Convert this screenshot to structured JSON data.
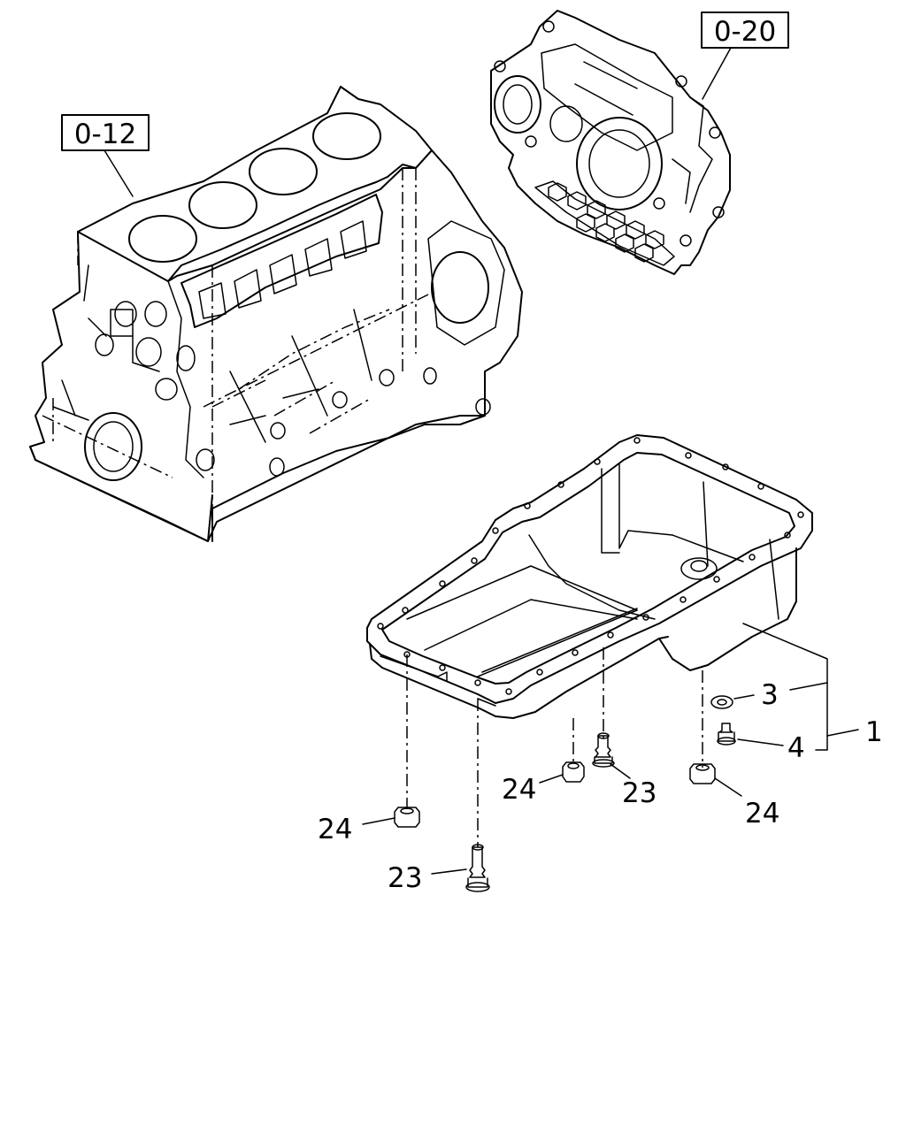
{
  "references": {
    "block": "0-12",
    "housing": "0-20"
  },
  "callouts": {
    "pan_assembly": "1",
    "washer": "3",
    "drain_plug": "4",
    "stud_right": "23",
    "stud_left": "23",
    "nut_mid": "24",
    "nut_left": "24",
    "nut_right": "24"
  }
}
